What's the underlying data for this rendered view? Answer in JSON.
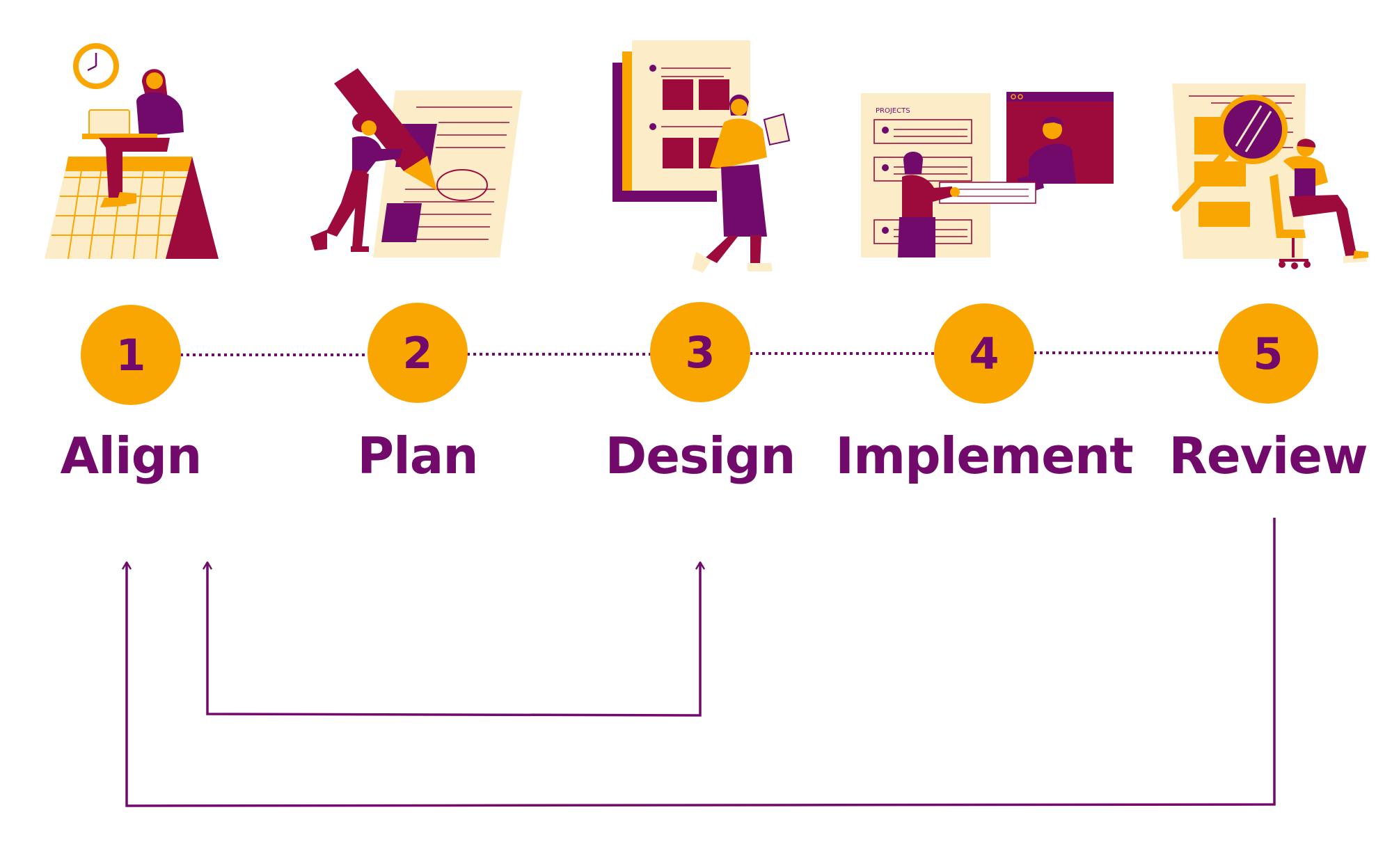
{
  "colors": {
    "accent": "#F9A602",
    "purple": "#720A6C",
    "crimson": "#9C0B3B",
    "cream": "#FDECC8"
  },
  "steps": [
    {
      "number": "1",
      "label": "Align",
      "illustration": "woman-on-calendar-with-laptop-and-clock"
    },
    {
      "number": "2",
      "label": "Plan",
      "illustration": "person-carrying-giant-pencil-marking-document"
    },
    {
      "number": "3",
      "label": "Design",
      "illustration": "woman-with-clipboard-beside-layout-sheets"
    },
    {
      "number": "4",
      "label": "Implement",
      "illustration": "two-people-exchanging-form-at-projects-board"
    },
    {
      "number": "5",
      "label": "Review",
      "illustration": "magnifying-glass-over-document-person-in-chair"
    }
  ],
  "projects_caption": "PROJECTS",
  "feedback_loops": [
    {
      "from": "Design",
      "to": "Align"
    },
    {
      "from": "Review",
      "to": "Align"
    }
  ]
}
